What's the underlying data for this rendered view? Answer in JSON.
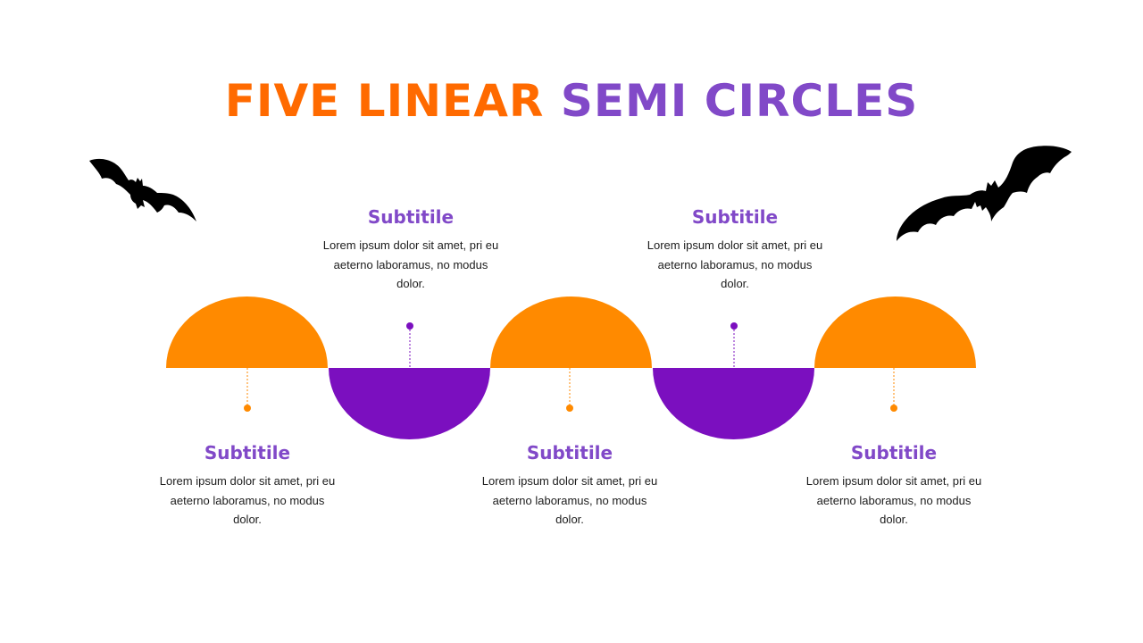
{
  "title": {
    "part1": "FIVE LINEAR",
    "part2": "SEMI CIRCLES"
  },
  "colors": {
    "orange": "#ff8a00",
    "title_orange": "#ff6a00",
    "purple": "#7b0fbf",
    "title_purple": "#8149c8",
    "text": "#1c1c1c"
  },
  "decorations": [
    "bat-icon",
    "bat-icon"
  ],
  "steps": [
    {
      "subtitle": "Subtitile",
      "text": "Lorem ipsum dolor sit amet, pri eu aeterno laboramus, no modus dolor.",
      "color": "orange"
    },
    {
      "subtitle": "Subtitile",
      "text": "Lorem ipsum dolor sit amet, pri eu aeterno laboramus, no modus dolor.",
      "color": "purple"
    },
    {
      "subtitle": "Subtitile",
      "text": "Lorem ipsum dolor sit amet, pri eu aeterno laboramus, no modus dolor.",
      "color": "orange"
    },
    {
      "subtitle": "Subtitile",
      "text": "Lorem ipsum dolor sit amet, pri eu aeterno laboramus, no modus dolor.",
      "color": "purple"
    },
    {
      "subtitle": "Subtitile",
      "text": "Lorem ipsum dolor sit amet, pri eu aeterno laboramus, no modus dolor.",
      "color": "orange"
    }
  ]
}
